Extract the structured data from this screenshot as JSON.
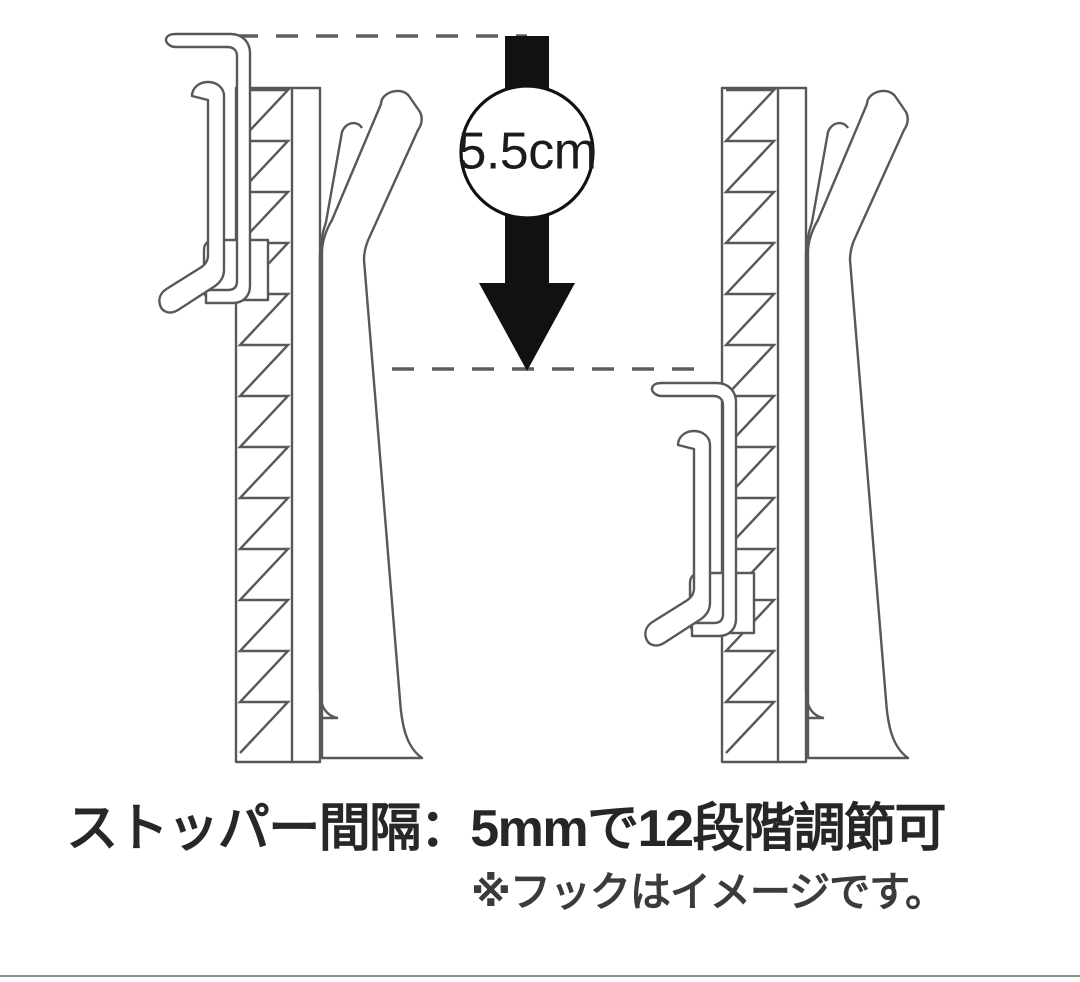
{
  "illustration": {
    "title": "curtain-hook-stopper-adjustment",
    "background_color": "#ffffff",
    "line_color": "#58585a",
    "accent_color": "#111111",
    "measurement_badge": {
      "value": "5.5cm",
      "shape": "circle",
      "icon": "down-arrow-icon"
    },
    "guides": {
      "top_label": "upper-stopper-position",
      "bottom_label": "lower-stopper-position",
      "style": "dashed"
    },
    "panels": [
      {
        "id": "left-panel",
        "label": "hook-at-top-position",
        "hook_position": "top"
      },
      {
        "id": "right-panel",
        "label": "hook-at-lowered-position",
        "hook_position": "bottom"
      }
    ]
  },
  "captions": {
    "primary": "ストッパー間隔：5mmで12段階調節可",
    "secondary": "※フックはイメージです。"
  }
}
